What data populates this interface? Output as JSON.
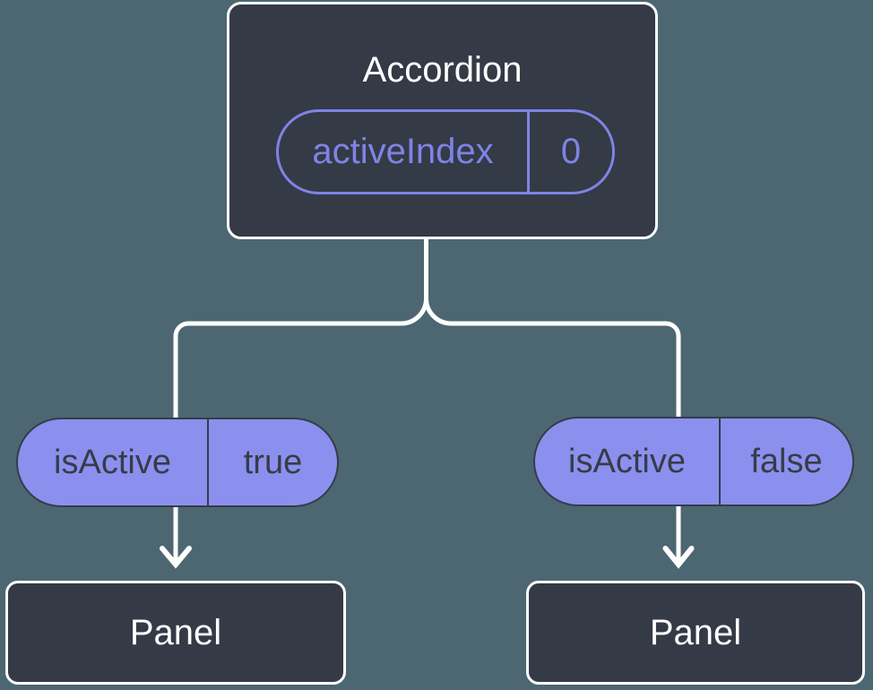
{
  "colors": {
    "background": "#4C6771",
    "node_fill": "#343A46",
    "node_border": "#FFFFFF",
    "node_text": "#FFFFFF",
    "pill_fill": "#8B90EE",
    "pill_dark": "#363C49",
    "accent": "#7E84E4",
    "line": "#FFFFFF"
  },
  "tree": {
    "root": {
      "title": "Accordion",
      "state_pill": {
        "label": "activeIndex",
        "value": "0"
      }
    },
    "left_branch": {
      "prop_pill": {
        "label": "isActive",
        "value": "true"
      },
      "node": {
        "title": "Panel"
      }
    },
    "right_branch": {
      "prop_pill": {
        "label": "isActive",
        "value": "false"
      },
      "node": {
        "title": "Panel"
      }
    }
  }
}
